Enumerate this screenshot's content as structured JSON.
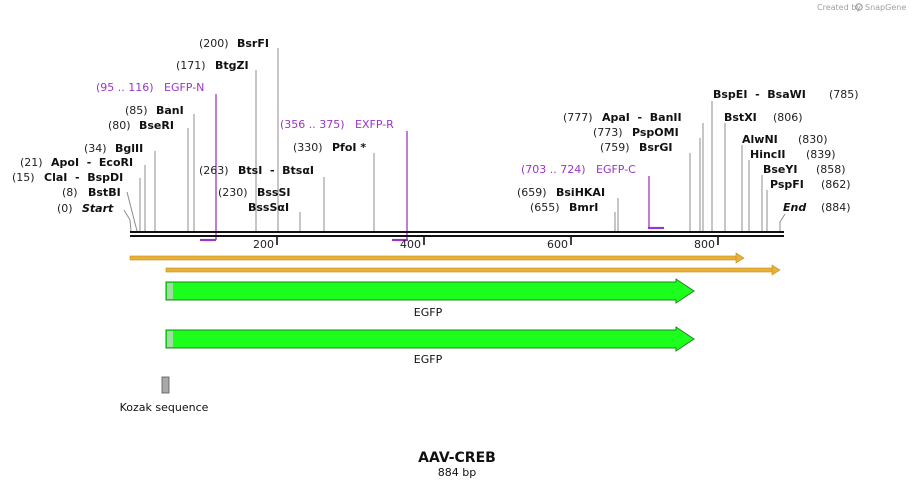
{
  "credit": {
    "prefix": "Created by",
    "brand": "SnapGene"
  },
  "map": {
    "title": "AAV-CREB",
    "length_label": "884 bp",
    "length": 884
  },
  "ticks": [
    "200",
    "400",
    "600",
    "800"
  ],
  "enzymes": [
    {
      "pos": "(0)",
      "name": "Start",
      "italic": true
    },
    {
      "pos": "(8)",
      "name": "BstBI"
    },
    {
      "pos": "(15)",
      "name": "ClaI  -  BspDI"
    },
    {
      "pos": "(21)",
      "name": "ApoI  -  EcoRI"
    },
    {
      "pos": "(34)",
      "name": "BglII"
    },
    {
      "pos": "(80)",
      "name": "BseRI"
    },
    {
      "pos": "(85)",
      "name": "BanI"
    },
    {
      "pos": "(171)",
      "name": "BtgZI"
    },
    {
      "pos": "(200)",
      "name": "BsrFI"
    },
    {
      "pos": "(263)",
      "name": "BtsI  -  BtsαI"
    },
    {
      "pos": "(230)",
      "name": "BssSI"
    },
    {
      "pos": "",
      "name": "BssSαI"
    },
    {
      "pos": "(330)",
      "name": "PfoI *"
    },
    {
      "pos": "(655)",
      "name": "BmrI"
    },
    {
      "pos": "(659)",
      "name": "BsiHKAI"
    },
    {
      "pos": "(759)",
      "name": "BsrGI"
    },
    {
      "pos": "(773)",
      "name": "PspOMI"
    },
    {
      "pos": "(777)",
      "name": "ApaI  -  BanII"
    },
    {
      "pos": "(785)",
      "name": "BspEI  -  BsaWI"
    },
    {
      "pos": "(806)",
      "name": "BstXI"
    },
    {
      "pos": "(830)",
      "name": "AlwNI"
    },
    {
      "pos": "(839)",
      "name": "HincII"
    },
    {
      "pos": "(858)",
      "name": "BseYI"
    },
    {
      "pos": "(862)",
      "name": "PspFI"
    },
    {
      "pos": "(884)",
      "name": "End",
      "italic": true
    }
  ],
  "primers": [
    {
      "range": "(95 .. 116)",
      "name": "EGFP-N"
    },
    {
      "range": "(356 .. 375)",
      "name": "EXFP-R"
    },
    {
      "range": "(703 .. 724)",
      "name": "EGFP-C"
    }
  ],
  "features": [
    {
      "name": "EGFP",
      "color": "#1cff1c"
    },
    {
      "name": "EGFP",
      "color": "#1cff1c"
    },
    {
      "name": "Kozak sequence",
      "color": "#a9a9a9"
    }
  ],
  "colors": {
    "primer": "#9a35c8",
    "orf": "#e8b23a",
    "feature": "#1cff1c",
    "kozak": "#a9a9a9"
  }
}
